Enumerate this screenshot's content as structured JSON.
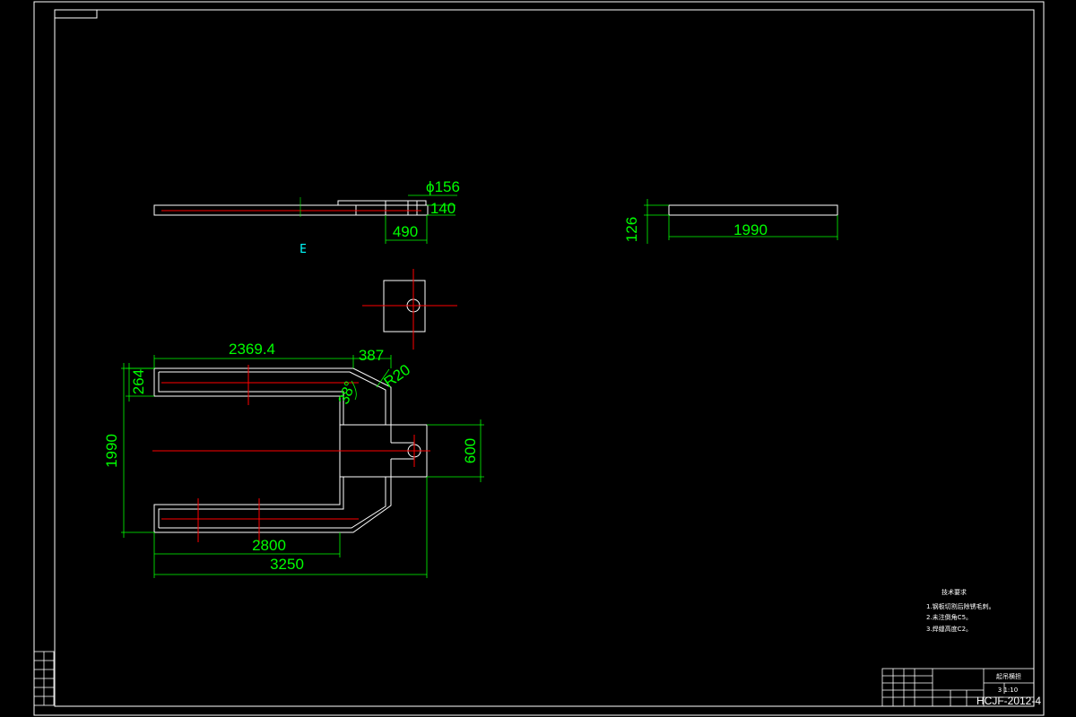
{
  "drawing": {
    "top_label": "",
    "section_label": "E",
    "dimensions": {
      "top_view_dia": "ϕ156",
      "top_view_thickness": "140",
      "top_view_width": "490",
      "side_height": "126",
      "side_length": "1990",
      "plan_length_top": "2369.4",
      "plan_offset": "387",
      "plan_radius": "R20",
      "plan_angle": "38°",
      "plan_bar_width": "264",
      "plan_total_width": "1990",
      "plan_tongue_width": "600",
      "plan_inner_length": "2800",
      "plan_total_length": "3250"
    },
    "notes": {
      "heading": "技术要求",
      "items": [
        "1.钢板切割后除锈毛刺。",
        "2.未注倒角C5。",
        "3.焊缝高度C2。"
      ]
    },
    "title_block": {
      "part_name": "起吊横担",
      "scale": "3  1:10",
      "drawing_no": "HCJF-2012-4"
    }
  },
  "colors": {
    "background": "#000000",
    "outline": "#ffffff",
    "dimension": "#00ff00",
    "centerline": "#ff0000",
    "label": "#00ffff"
  }
}
